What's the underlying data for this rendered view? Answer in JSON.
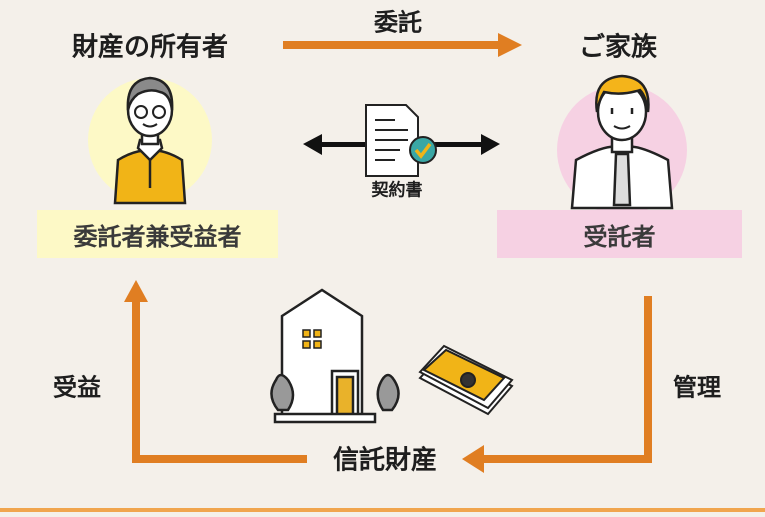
{
  "owner_heading": "財産の所有者",
  "entrust_label": "委託",
  "family_heading": "ご家族",
  "settlor_beneficiary_label": "委託者兼受益者",
  "trustee_label": "受託者",
  "contract_label": "契約書",
  "benefit_label": "受益",
  "management_label": "管理",
  "trust_property_label": "信託財産",
  "colors": {
    "background": "#f4f0ea",
    "arrow": "#e07e22",
    "owner_bg": "#fdf9c6",
    "trustee_bg": "#f6d1e3",
    "footer_line": "#f0a54e"
  }
}
